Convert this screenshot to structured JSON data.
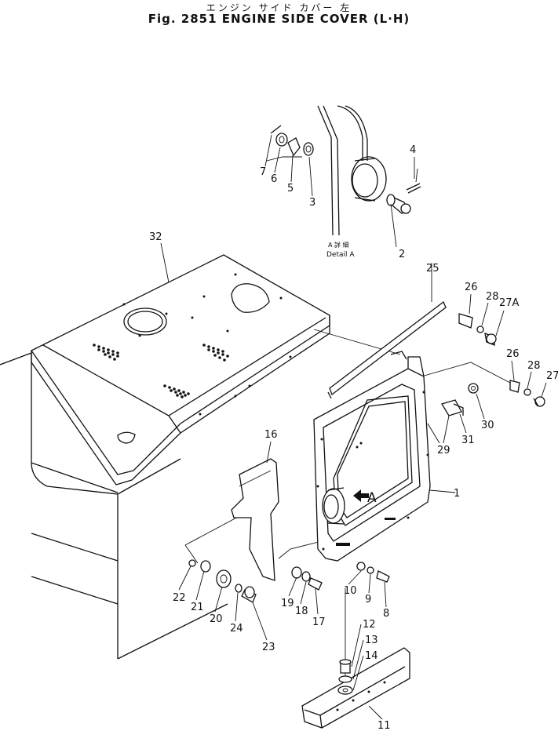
{
  "header": {
    "title_jp": "エンジン サイド カバー  左",
    "title_en": "Fig.  2851  ENGINE SIDE COVER (L·H)"
  },
  "detail": {
    "label_jp": "A 詳 細",
    "label_en": "Detail A",
    "arrow_label": "A"
  },
  "callouts": {
    "p1": "1",
    "p2": "2",
    "p3": "3",
    "p4": "4",
    "p5": "5",
    "p6": "6",
    "p7": "7",
    "p8": "8",
    "p9": "9",
    "p10": "10",
    "p11": "11",
    "p12": "12",
    "p13": "13",
    "p14": "14",
    "p16": "16",
    "p17": "17",
    "p18": "18",
    "p19": "19",
    "p20": "20",
    "p21": "21",
    "p22": "22",
    "p23": "23",
    "p24": "24",
    "p25": "25",
    "p26a": "26",
    "p26b": "26",
    "p27": "27",
    "p27a": "27A",
    "p28a": "28",
    "p28b": "28",
    "p29": "29",
    "p30": "30",
    "p31": "31",
    "p32": "32"
  }
}
